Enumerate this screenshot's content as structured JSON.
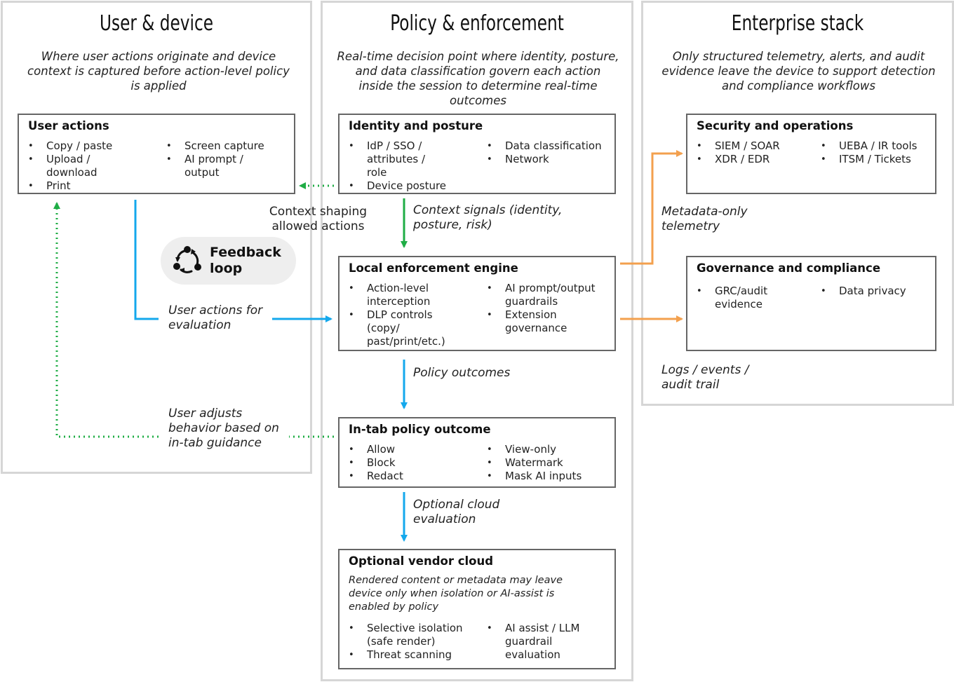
{
  "columns": {
    "user_device": {
      "title": "User & device",
      "subtitle": "Where user actions originate and device context is captured before action-level policy is applied"
    },
    "policy": {
      "title": "Policy & enforcement",
      "subtitle": "Real-time decision point where identity, posture, and data classification govern each action inside the session to determine real-time outcomes"
    },
    "enterprise": {
      "title": "Enterprise stack",
      "subtitle": "Only structured telemetry, alerts, and audit evidence leave the device to support detection and compliance workflows"
    }
  },
  "boxes": {
    "user_actions": {
      "title": "User actions",
      "left": [
        "Copy / paste",
        "Upload / download",
        "Print"
      ],
      "right": [
        "Screen capture",
        "AI prompt / output"
      ]
    },
    "identity": {
      "title": "Identity and posture",
      "left": [
        "IdP / SSO / attributes / role",
        "Device posture"
      ],
      "right": [
        "Data classification",
        "Network"
      ]
    },
    "engine": {
      "title": "Local enforcement engine",
      "left": [
        "Action-level interception",
        "DLP controls (copy/ past/print/etc.)"
      ],
      "right": [
        "AI prompt/output guardrails",
        "Extension governance"
      ]
    },
    "outcome": {
      "title": "In-tab policy outcome",
      "left": [
        "Allow",
        "Block",
        "Redact"
      ],
      "right": [
        "View-only",
        "Watermark",
        "Mask AI inputs"
      ]
    },
    "cloud": {
      "title": "Optional vendor cloud",
      "note": "Rendered content or metadata may leave device only when isolation or AI-assist is enabled by policy",
      "left": [
        "Selective isolation (safe render)",
        "Threat scanning"
      ],
      "right": [
        "AI assist / LLM guardrail evaluation"
      ]
    },
    "secops": {
      "title": "Security and operations",
      "left": [
        "SIEM / SOAR",
        "XDR / EDR"
      ],
      "right": [
        "UEBA / IR tools",
        "ITSM / Tickets"
      ]
    },
    "governance": {
      "title": "Governance and compliance",
      "left": [
        "GRC/audit evidence"
      ],
      "right": [
        "Data privacy"
      ]
    }
  },
  "labels": {
    "context_shaping": "Context shaping allowed actions",
    "context_signals": "Context signals (identity, posture, risk)",
    "feedback": "Feedback loop",
    "user_actions_eval": "User actions for evaluation",
    "policy_outcomes": "Policy outcomes",
    "user_adjusts": "User adjusts behavior based on in-tab guidance",
    "optional_cloud": "Optional cloud evaluation",
    "metadata_only": "Metadata-only telemetry",
    "logs": "Logs / events / audit trail"
  },
  "colors": {
    "blue": "#14a8ec",
    "green": "#1fad45",
    "orange": "#f3a04e",
    "column_border": "#d6d6d6",
    "box_border": "#666666",
    "pill": "#eeeeee"
  },
  "icons": {
    "feedback": "cycle-arrows-icon"
  }
}
